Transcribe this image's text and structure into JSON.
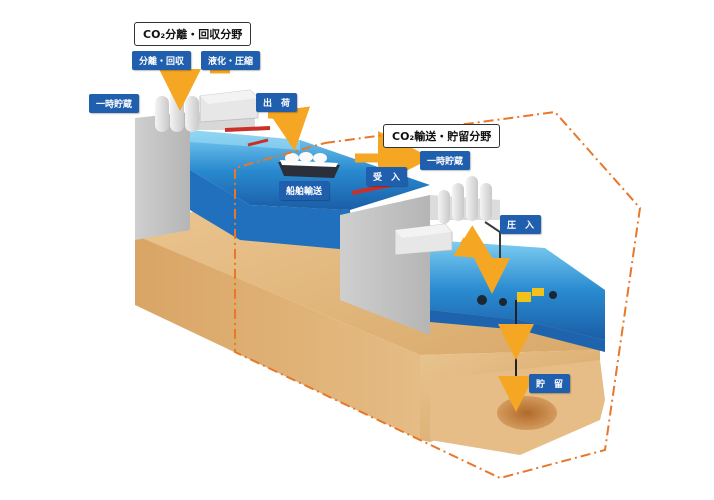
{
  "colors": {
    "label_bg": "#1f5fae",
    "label_text": "#ffffff",
    "dash_border": "#e8772a",
    "arrow": "#f5a623",
    "water": "#2a8bd0",
    "soil": "#e2b77d",
    "facility": "#e3e3e3"
  },
  "sections": {
    "capture_title": "CO₂分離・回収分野",
    "transport_title": "CO₂輸送・貯留分野"
  },
  "labels": {
    "separation": "分離・回収",
    "liquefaction": "液化・圧縮",
    "temp_storage_left": "一時貯蔵",
    "shipping_out": "出　荷",
    "ship_transport": "船舶輸送",
    "receiving": "受　入",
    "temp_storage_right": "一時貯蔵",
    "injection": "圧　入",
    "storage": "貯　留"
  }
}
